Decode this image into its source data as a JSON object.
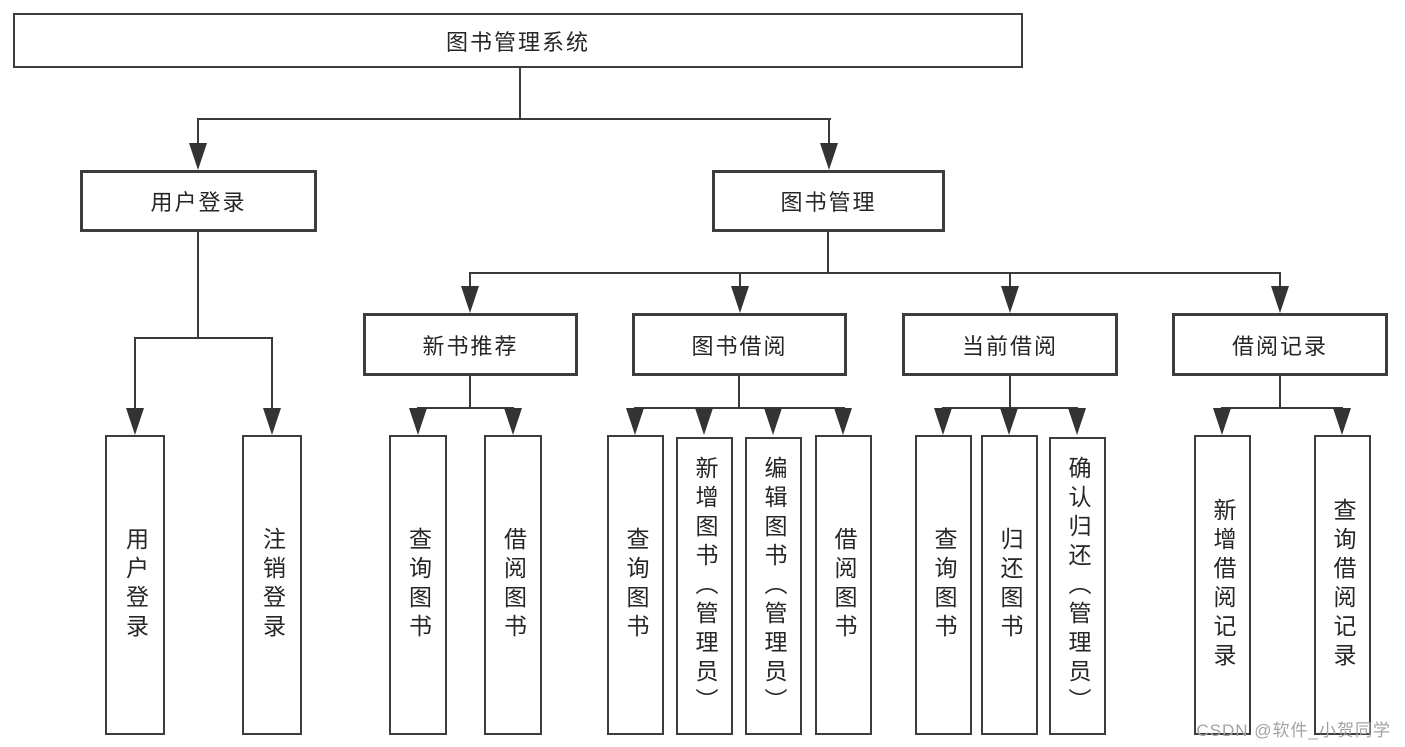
{
  "tree": {
    "root": {
      "label": "图书管理系统"
    },
    "branches": [
      {
        "label": "用户登录",
        "children": [
          {
            "label": "用户登录"
          },
          {
            "label": "注销登录"
          }
        ]
      },
      {
        "label": "图书管理",
        "children": [
          {
            "label": "新书推荐",
            "children": [
              {
                "label": "查询图书"
              },
              {
                "label": "借阅图书"
              }
            ]
          },
          {
            "label": "图书借阅",
            "children": [
              {
                "label": "查询图书"
              },
              {
                "label": "新增图书（管理员）"
              },
              {
                "label": "编辑图书（管理员）"
              },
              {
                "label": "借阅图书"
              }
            ]
          },
          {
            "label": "当前借阅",
            "children": [
              {
                "label": "查询图书"
              },
              {
                "label": "归还图书"
              },
              {
                "label": "确认归还（管理员）"
              }
            ]
          },
          {
            "label": "借阅记录",
            "children": [
              {
                "label": "新增借阅记录"
              },
              {
                "label": "查询借阅记录"
              }
            ]
          }
        ]
      }
    ]
  },
  "watermark": {
    "text": "CSDN @软件_小贺同学"
  },
  "colors": {
    "line": "#3a3a3a",
    "box_border": "#3d3d3d",
    "text": "#262626",
    "watermark": "#a3a3a3",
    "background": "#ffffff"
  }
}
